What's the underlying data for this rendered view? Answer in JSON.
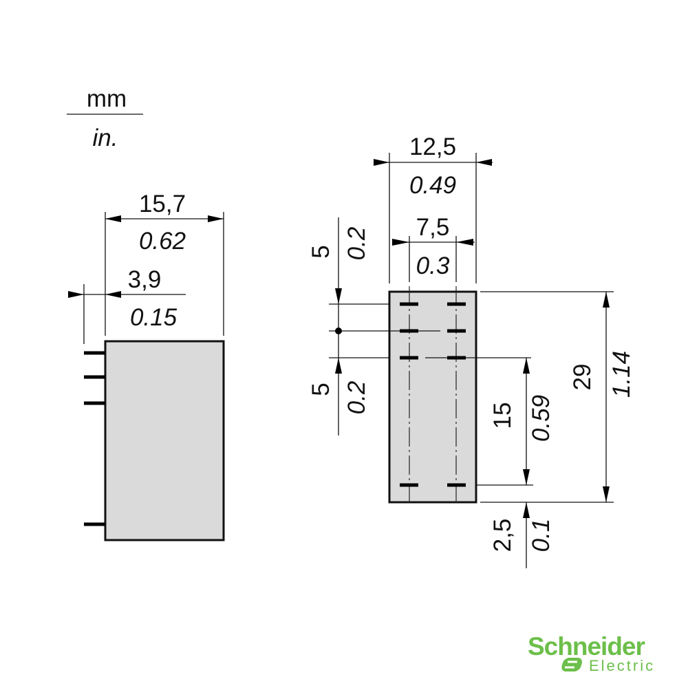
{
  "units": {
    "primary": "mm",
    "secondary": "in."
  },
  "side_view": {
    "width": {
      "mm": "15,7",
      "in": "0.62"
    },
    "pin_length": {
      "mm": "3,9",
      "in": "0.15"
    }
  },
  "bottom_view": {
    "width": {
      "mm": "12,5",
      "in": "0.49"
    },
    "pin_row_spacing": {
      "mm": "7,5",
      "in": "0.3"
    },
    "pin_pitch_top": {
      "mm": "5",
      "in": "0.2"
    },
    "pin_pitch_bottom": {
      "mm": "5",
      "in": "0.2"
    },
    "length": {
      "mm": "29",
      "in": "1.14"
    },
    "pin_span": {
      "mm": "15",
      "in": "0.59"
    },
    "pin_offset": {
      "mm": "2,5",
      "in": "0.1"
    }
  },
  "logo": {
    "brand": "Schneider",
    "sub": "Electric",
    "color": "#6cbf4a"
  }
}
